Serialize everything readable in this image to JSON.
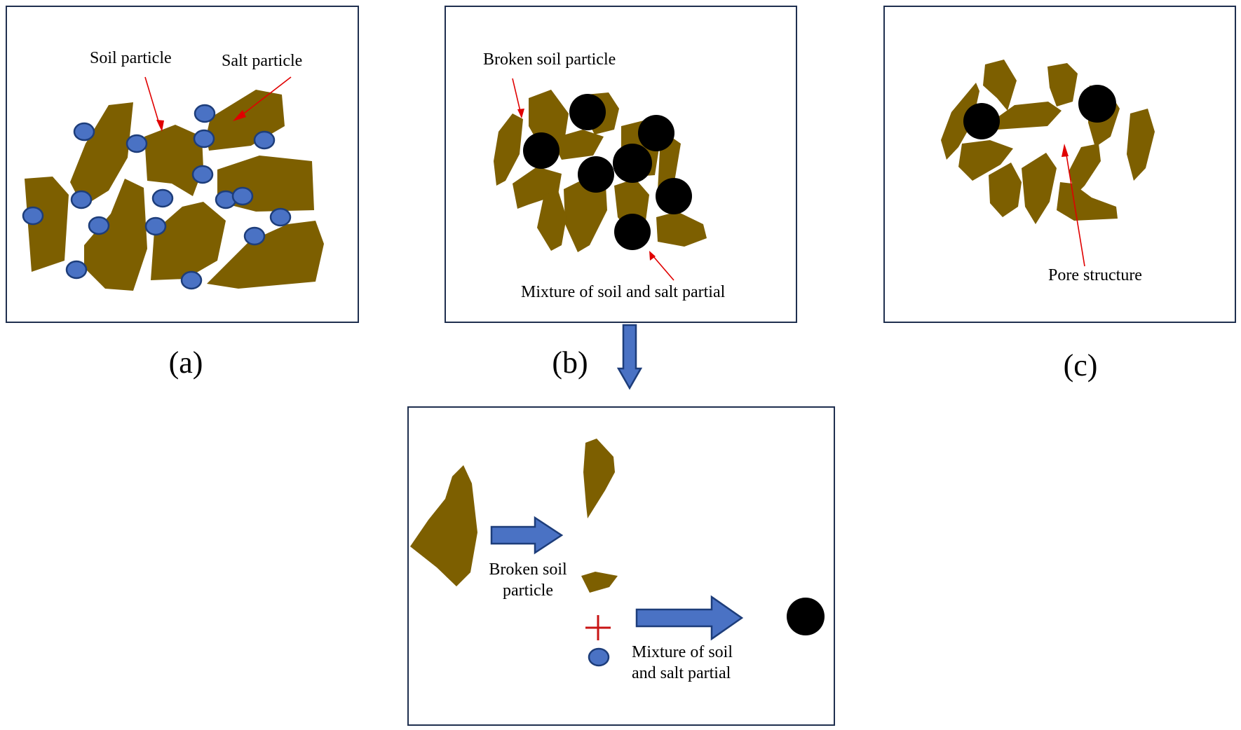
{
  "panels": {
    "a": {
      "caption": "(a)",
      "labels": {
        "soil_particle": "Soil particle",
        "salt_particle": "Salt particle"
      }
    },
    "b": {
      "caption": "(b)",
      "labels": {
        "broken_soil": "Broken soil particle",
        "mixture": "Mixture of soil and salt partial"
      }
    },
    "c": {
      "caption": "(c)",
      "labels": {
        "pore": "Pore structure"
      }
    },
    "detail": {
      "labels": {
        "broken_line1": "Broken soil",
        "broken_line2": "particle",
        "mixture_line1": "Mixture of soil",
        "mixture_line2": "and salt partial"
      }
    }
  },
  "colors": {
    "soil": "#7d5f00",
    "salt": "#4a72c4",
    "mixture": "#000000",
    "pointer": "#e00000",
    "border": "#1f2f4f",
    "plus": "#c81414"
  }
}
